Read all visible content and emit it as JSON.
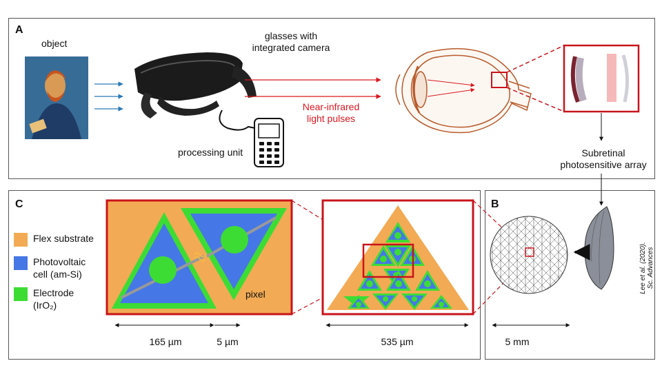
{
  "panels": {
    "a": "A",
    "b": "B",
    "c": "C"
  },
  "labels": {
    "object": "object",
    "glasses_line1": "glasses with",
    "glasses_line2": "integrated camera",
    "nir_line1": "Near-infrared",
    "nir_line2": "light pulses",
    "processing_unit": "processing unit",
    "subretinal_line1": "Subretinal",
    "subretinal_line2": "photosensitive array",
    "pixel": "pixel",
    "citation_line1": "Lee et al. (2020).",
    "citation_line2": "Sc. Advances"
  },
  "legend": [
    {
      "label_line1": "Flex substrate",
      "label_line2": "",
      "color": "#f3aa54"
    },
    {
      "label_line1": "Photovoltaic",
      "label_line2": "cell (am-Si)",
      "color": "#4677e6"
    },
    {
      "label_line1": "Electrode",
      "label_line2": "(IrO₂)",
      "color": "#3ddc35"
    }
  ],
  "scales": {
    "pixel_width": "165 µm",
    "gap": "5 µm",
    "array_width": "535 µm",
    "implant_width": "5 mm"
  },
  "colors": {
    "substrate": "#f3aa54",
    "cell": "#4677e6",
    "electrode": "#3ddc35",
    "highlight": "#c8141b",
    "arrow_blue": "#2a7ab8",
    "eye": "#b85a2a"
  }
}
